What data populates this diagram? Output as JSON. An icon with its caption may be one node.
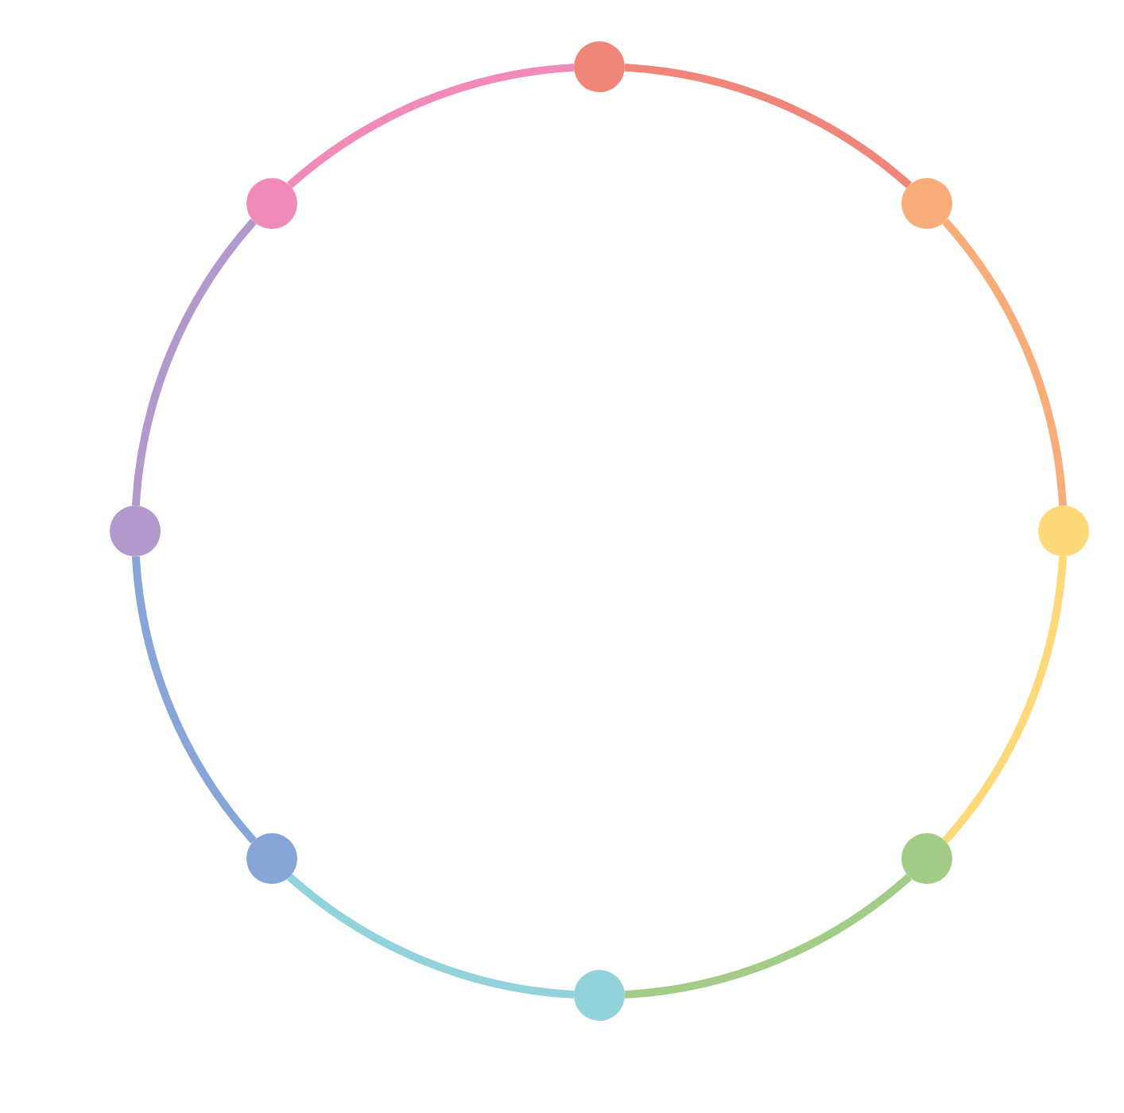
{
  "diagram": {
    "nodes": [
      {
        "text": [],
        "shape": "circle"
      },
      {
        "text": [],
        "shape": "circle"
      },
      {
        "text": [],
        "shape": "circle"
      },
      {
        "text": [],
        "shape": "circle"
      },
      {
        "text": [],
        "shape": "circle"
      },
      {
        "text": [],
        "shape": "circle"
      },
      {
        "text": [],
        "shape": "circle"
      },
      {
        "text": [],
        "shape": "circle"
      }
    ],
    "edges": [
      {
        "from": 0,
        "to": 2,
        "arrow": "none",
        "color": "#f0857a"
      },
      {
        "from": 2,
        "to": 4,
        "arrow": "none",
        "color": "#f7ac7a"
      },
      {
        "from": 4,
        "to": 6,
        "arrow": "none",
        "color": "#fdd97a"
      },
      {
        "from": 6,
        "to": 7,
        "arrow": "none",
        "color": "#a2cc88"
      },
      {
        "from": 7,
        "to": 5,
        "arrow": "none",
        "color": "#92d2db"
      },
      {
        "from": 5,
        "to": 3,
        "arrow": "none",
        "color": "#88a5d8"
      },
      {
        "from": 3,
        "to": 1,
        "arrow": "none",
        "color": "#b299cc"
      },
      {
        "from": 1,
        "to": 0,
        "arrow": "none",
        "color": "#f08bb9"
      }
    ]
  }
}
